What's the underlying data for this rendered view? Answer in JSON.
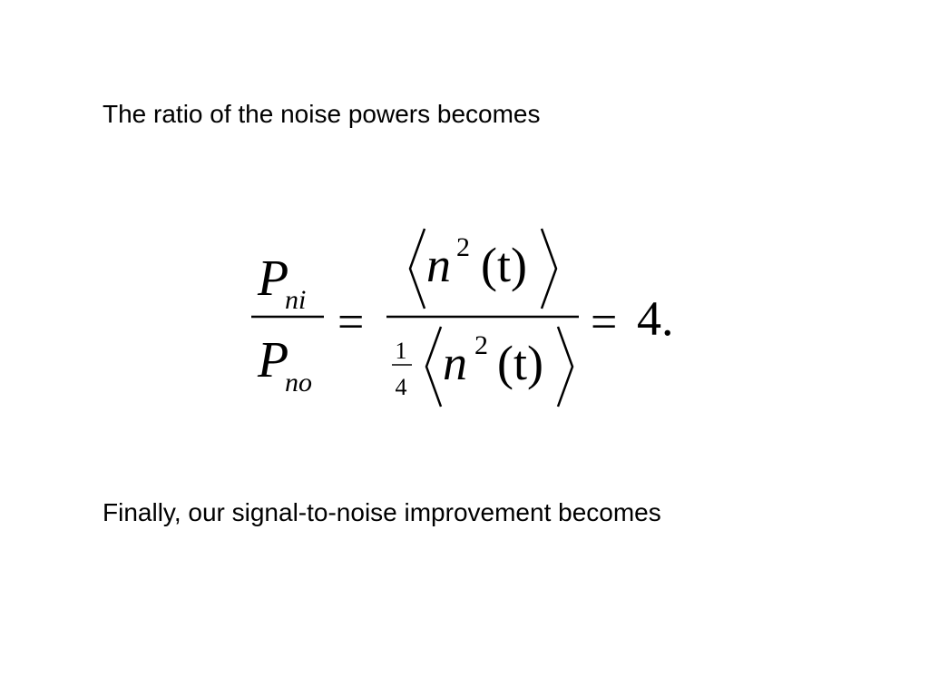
{
  "slide": {
    "intro_text": "The ratio of the noise powers becomes",
    "conclusion_text": "Finally, our signal-to-noise improvement becomes"
  },
  "equation": {
    "lhs_num_symbol": "P",
    "lhs_num_subscript": "ni",
    "lhs_den_symbol": "P",
    "lhs_den_subscript": "no",
    "equals_sign": "=",
    "rhs_num_var": "n",
    "rhs_num_exponent": "2",
    "rhs_num_arg": "(t)",
    "coef_numerator": "1",
    "coef_denominator": "4",
    "rhs_den_var": "n",
    "rhs_den_exponent": "2",
    "rhs_den_arg": "(t)",
    "result": "4."
  }
}
